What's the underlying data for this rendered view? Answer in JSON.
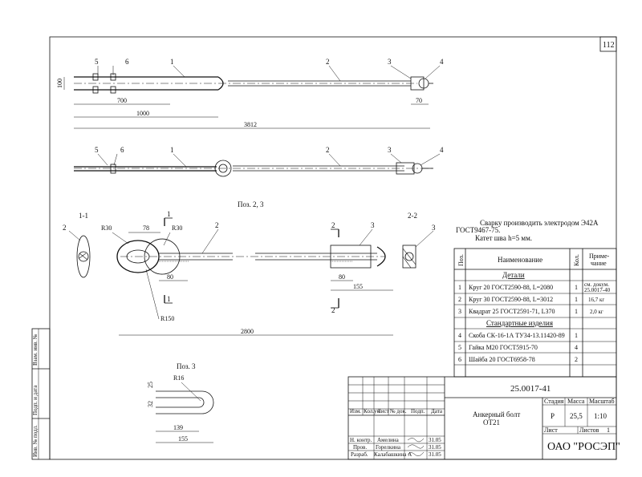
{
  "sheet": {
    "page_number": "112",
    "designation": "25.0017-41",
    "name_line1": "Анкерный болт",
    "name_line2": "ОТ21",
    "stage_label": "Стадия",
    "mass_label": "Масса",
    "scale_label": "Масштаб",
    "stage": "Р",
    "mass": "25,5",
    "scale": "1:10",
    "sheet_label": "Лист",
    "sheets_label": "Листов",
    "sheets_count": "1",
    "company": "ОАО \"РОСЭП\"",
    "rev_headers": [
      "Изм.",
      "Кол.уч",
      "Лист",
      "№ док.",
      "Подп.",
      "Дата"
    ],
    "signers": [
      {
        "role": "Н. контр.",
        "name": "Амелина",
        "date": "31.05"
      },
      {
        "role": "Пров.",
        "name": "Горелкина",
        "date": "31.05"
      },
      {
        "role": "Разраб.",
        "name": "Калабашкина А",
        "date": "31.05"
      }
    ],
    "side_stamps": [
      "Инв. № подл.",
      "Подп. и дата",
      "Взам. инв. №"
    ]
  },
  "notes": {
    "line1": "Сварку производить электродом Э42А",
    "line2": "ГОСТ9467-75.",
    "line3": "Катет шва h=5 мм."
  },
  "labels": {
    "pos23": "Поз. 2, 3",
    "pos3": "Поз. 3",
    "sec11": "1-1",
    "sec22": "2-2",
    "cut1": "1",
    "cut2": "2"
  },
  "dims": {
    "d100": "100",
    "d700": "700",
    "d1000": "1000",
    "d3812": "3812",
    "d70": "70",
    "r30a": "R30",
    "d78": "78",
    "r30b": "R30",
    "d80a": "80",
    "d80b": "80",
    "d155a": "155",
    "r150": "R150",
    "d2800": "2800",
    "r16": "R16",
    "d25": "25",
    "d32": "32",
    "d139": "139",
    "d155b": "155"
  },
  "callouts": {
    "c1": "1",
    "c2": "2",
    "c3": "3",
    "c4": "4",
    "c5": "5",
    "c6": "6"
  },
  "spec": {
    "headers": {
      "pos": "Поз.",
      "name": "Наименование",
      "qty": "Кол.",
      "note_l1": "Приме-",
      "note_l2": "чание"
    },
    "section_details": "Детали",
    "section_std": "Стандартные изделия",
    "details": [
      {
        "pos": "1",
        "name": "Круг 20 ГОСТ2590-88, L=2080",
        "qty": "1",
        "note_l1": "см. докум.",
        "note_l2": "25.0017-40"
      },
      {
        "pos": "2",
        "name": "Круг 30 ГОСТ2590-88, L=3012",
        "qty": "1",
        "note_l1": "16,7 кг",
        "note_l2": ""
      },
      {
        "pos": "3",
        "name": "Квадрат 25 ГОСТ2591-71, L370",
        "qty": "1",
        "note_l1": "2,0 кг",
        "note_l2": ""
      }
    ],
    "standard": [
      {
        "pos": "4",
        "name": "Скоба СК-16-1А ТУ34-13.11420-89",
        "qty": "1",
        "note_l1": "",
        "note_l2": ""
      },
      {
        "pos": "5",
        "name": "Гайка М20 ГОСТ5915-70",
        "qty": "4",
        "note_l1": "",
        "note_l2": ""
      },
      {
        "pos": "6",
        "name": "Шайба 20 ГОСТ6958-78",
        "qty": "2",
        "note_l1": "",
        "note_l2": ""
      }
    ]
  }
}
